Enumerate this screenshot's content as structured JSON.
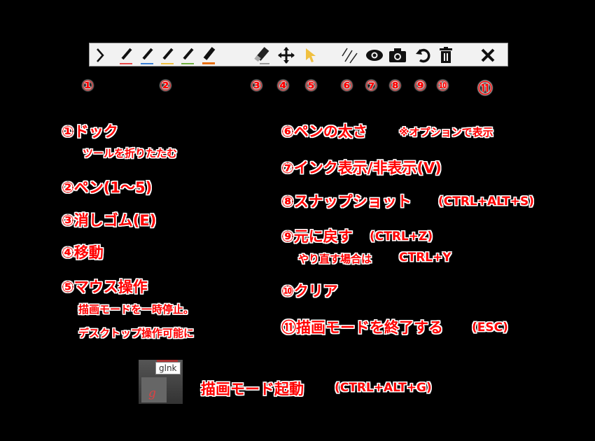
{
  "toolbar": {
    "colors": {
      "pen1": "#e84a4a",
      "pen2": "#3a7fd5",
      "pen3": "#f0c040",
      "pen4": "#70b040",
      "pen5": "#e87010",
      "pointer": "#f0c040"
    },
    "icons": [
      "chevron-right-icon",
      "pen-icon",
      "pen-icon",
      "pen-icon",
      "pen-icon",
      "highlighter-icon",
      "eraser-icon",
      "move-icon",
      "pointer-icon",
      "stroke-width-icon",
      "eye-icon",
      "camera-icon",
      "undo-icon",
      "trash-icon",
      "close-icon"
    ]
  },
  "numbers": [
    "①",
    "②",
    "③",
    "④",
    "⑤",
    "⑥",
    "⑦",
    "⑧",
    "⑨",
    "⑩",
    "⑪"
  ],
  "left": {
    "dock": "①ドック",
    "dock_sub": "ツールを折りたたむ",
    "pen": "②ペン(1～5)",
    "eraser": "③消しゴム(E)",
    "move": "④移動",
    "mouse": "⑤マウス操作",
    "mouse_sub1": "描画モードを一時停止。",
    "mouse_sub2": "デスクトップ操作可能に"
  },
  "right": {
    "width": "⑥ペンの太さ",
    "width_note": "※オプションで表示",
    "ink": "⑦インク表示/非表示(V)",
    "snap": "⑧スナップショット",
    "snap_key": "(CTRL+ALT+S)",
    "undo": "⑨元に戻す",
    "undo_key": "(CTRL+Z)",
    "redo": "やり直す場合は",
    "redo_key": "CTRL+Y",
    "clear": "⑩クリア",
    "exit": "⑪描画モードを終了する",
    "exit_key": "(ESC)"
  },
  "launch": {
    "tooltip": "glnk",
    "label": "描画モード起動",
    "key": "(CTRL+ALT+G)"
  }
}
